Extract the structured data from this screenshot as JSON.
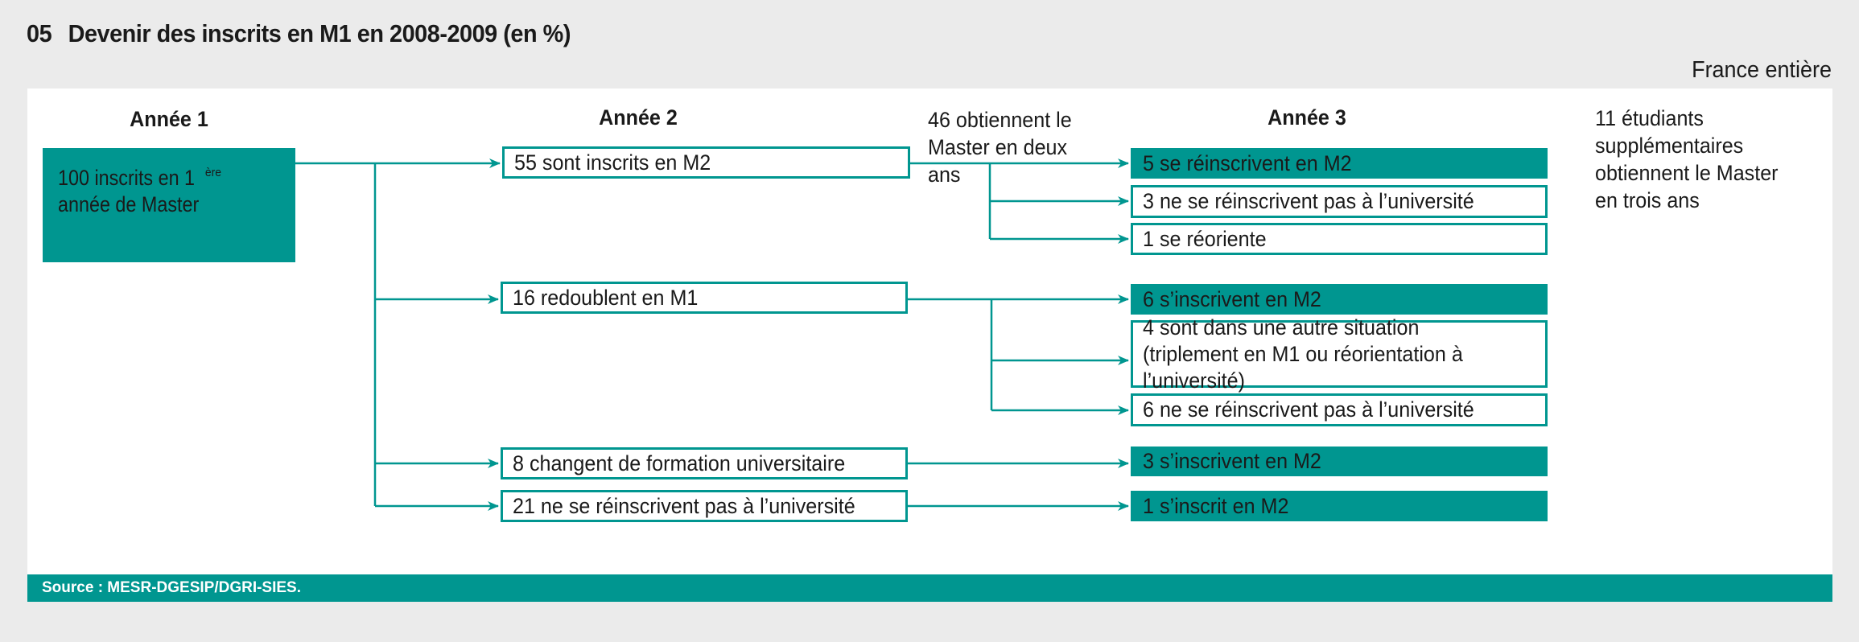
{
  "header": {
    "figure_number": "05",
    "title": "Devenir des inscrits en M1 en 2008-2009 (en %)",
    "scope": "France entière"
  },
  "columns": {
    "year1": "Année 1",
    "year2": "Année 2",
    "year3": "Année 3"
  },
  "start": {
    "line1": "100 inscrits en 1",
    "line1_sup": "ère",
    "line2": "année de Master"
  },
  "year2": [
    "55 sont inscrits en M2",
    "16 redoublent en M1",
    "8 changent de formation universitaire",
    "21 ne se réinscrivent pas à l’université"
  ],
  "notes": {
    "master_two_years": "46 obtiennent le Master en deux ans",
    "master_three_years": "11 étudiants supplémentaires obtiennent le Master en trois ans"
  },
  "year3": [
    "5 se réinscrivent en M2",
    "3 ne se réinscrivent pas à l’université",
    "1 se réoriente",
    "6 s’inscrivent en M2",
    "4 sont dans une autre situation (triplement en M1 ou réorientation à l’université)",
    "6 ne se réinscrivent pas à l’université",
    "3 s’inscrivent en M2",
    "1 s’inscrit en M2"
  ],
  "footer": {
    "source": "Source : MESR-DGESIP/DGRI-SIES."
  },
  "colors": {
    "accent": "#009690",
    "panel": "#ffffff",
    "background": "#ebebeb"
  }
}
